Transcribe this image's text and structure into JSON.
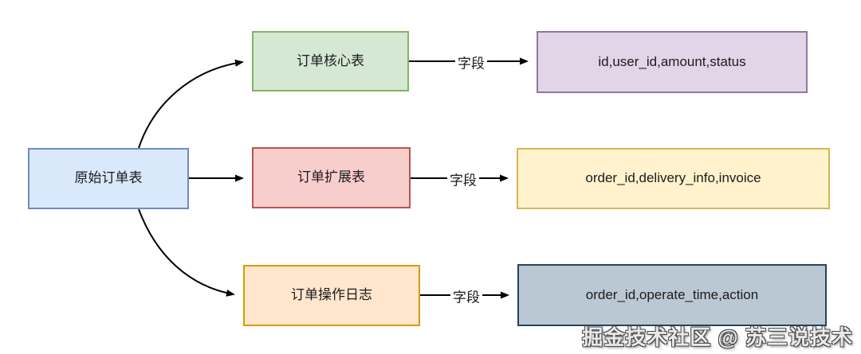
{
  "diagram": {
    "source_node": {
      "label": "原始订单表"
    },
    "rows": [
      {
        "table_label": "订单核心表",
        "edge_label": "字段",
        "fields_label": "id,user_id,amount,status"
      },
      {
        "table_label": "订单扩展表",
        "edge_label": "字段",
        "fields_label": "order_id,delivery_info,invoice"
      },
      {
        "table_label": "订单操作日志",
        "edge_label": "字段",
        "fields_label": "order_id,operate_time,action"
      }
    ],
    "watermark": "掘金技术社区 @ 苏三说技术"
  },
  "colors": {
    "source_fill": "#dae8fc",
    "source_stroke": "#6c8ebf",
    "core_fill": "#d5e8d4",
    "core_stroke": "#82b366",
    "extension_fill": "#f8cecc",
    "extension_stroke": "#b85450",
    "log_fill": "#ffe6cc",
    "log_stroke": "#d79b00",
    "core_fields_fill": "#e1d5e7",
    "core_fields_stroke": "#9673a6",
    "extension_fields_fill": "#fff2cc",
    "extension_fields_stroke": "#d6b656",
    "log_fields_fill": "#bac8d3",
    "log_fields_stroke": "#23445d",
    "edge_color": "#000000",
    "background": "#ffffff"
  }
}
